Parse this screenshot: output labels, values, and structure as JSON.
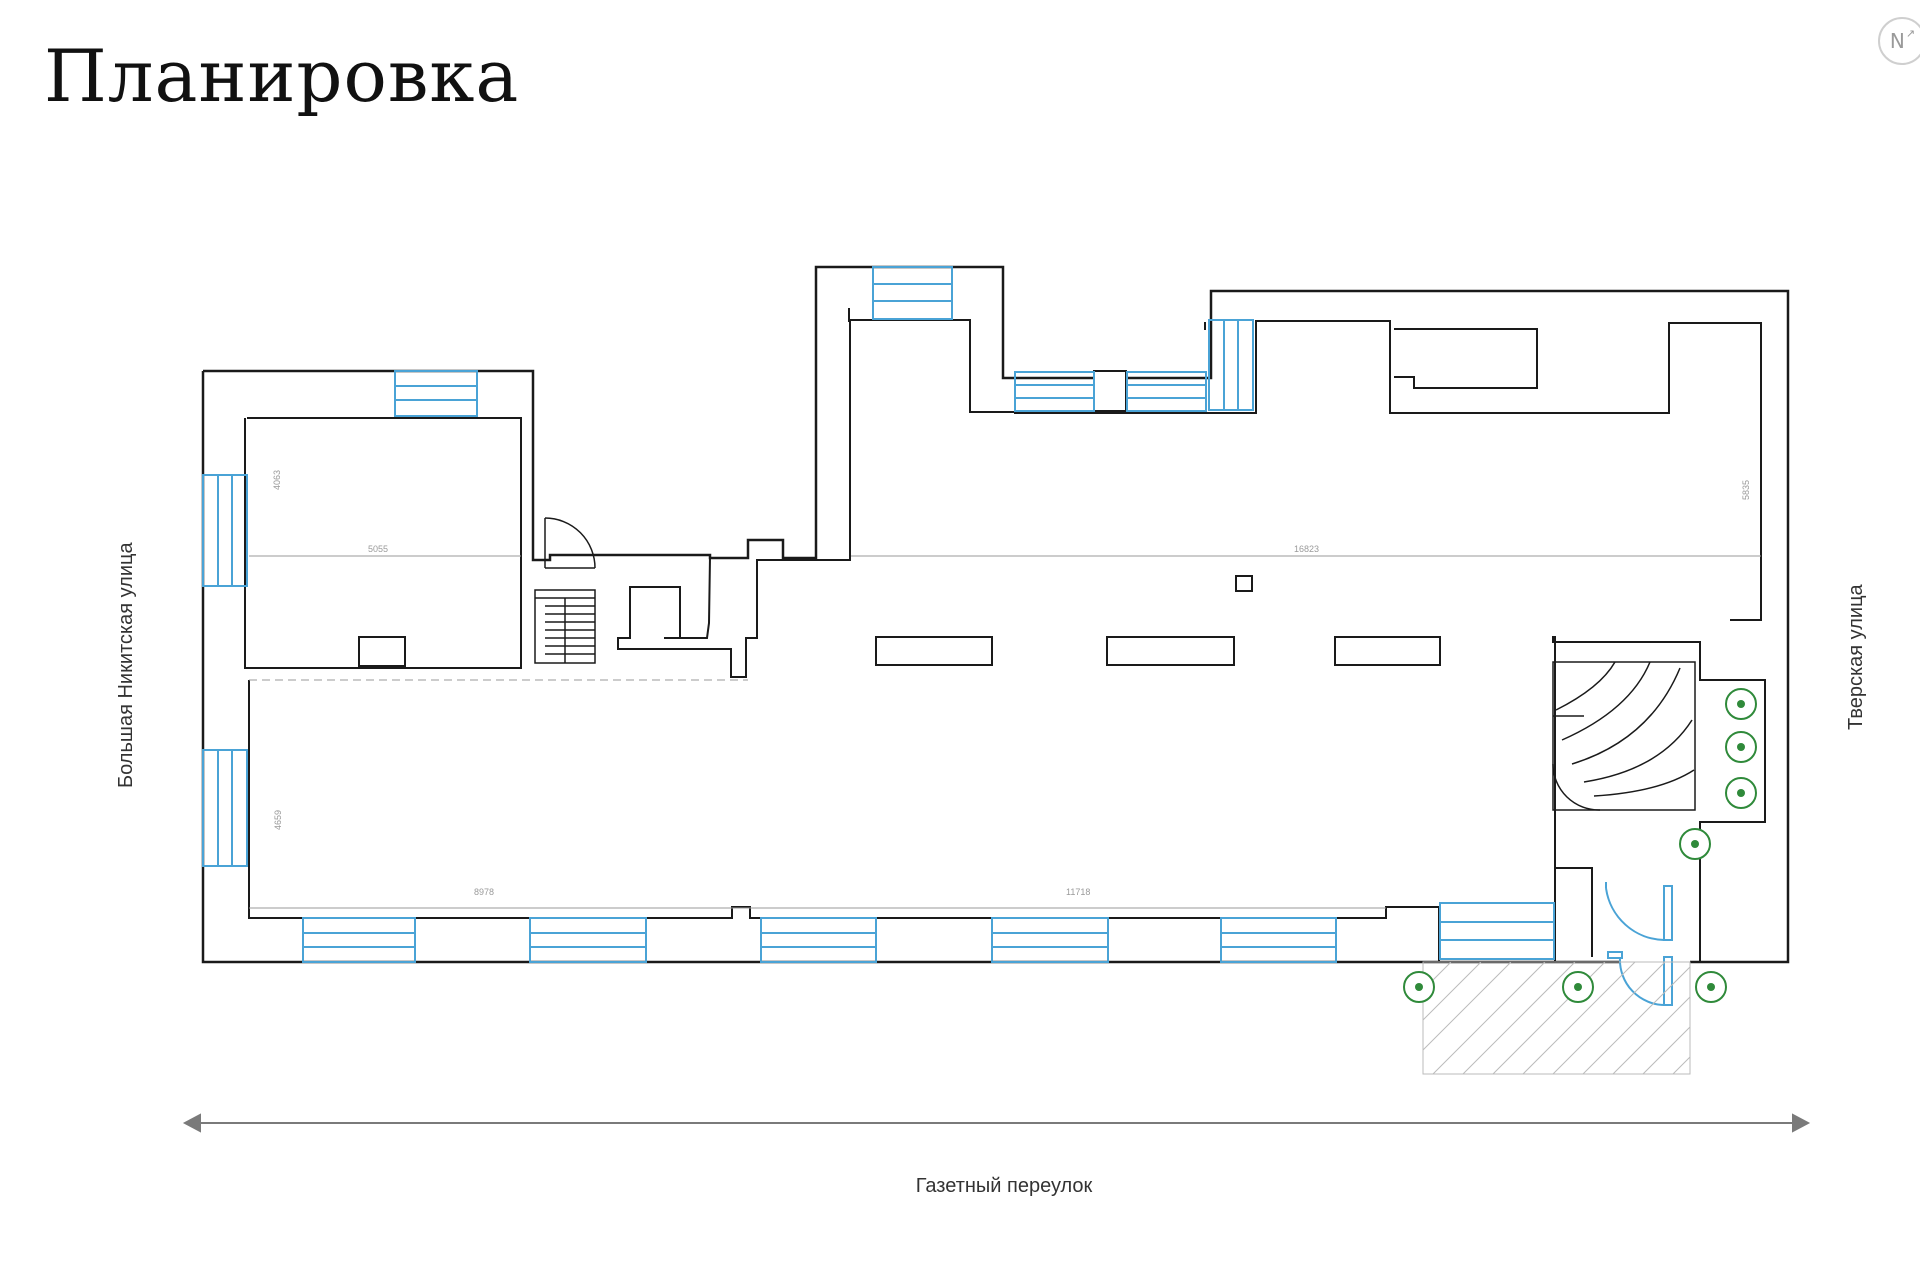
{
  "title": "Планировка",
  "compass": "N",
  "streets": {
    "left": "Большая Никитская улица",
    "right": "Тверская улица",
    "bottom": "Газетный переулок"
  },
  "dimensions": {
    "d1": "4063",
    "d2": "5055",
    "d3": "16823",
    "d4": "5835",
    "d5": "4659",
    "d6": "8978",
    "d7": "11718"
  },
  "colors": {
    "wall": "#1a1a1a",
    "window": "#4aa3d6",
    "plant": "#2f8a3a",
    "dim": "#9a9a9a"
  }
}
